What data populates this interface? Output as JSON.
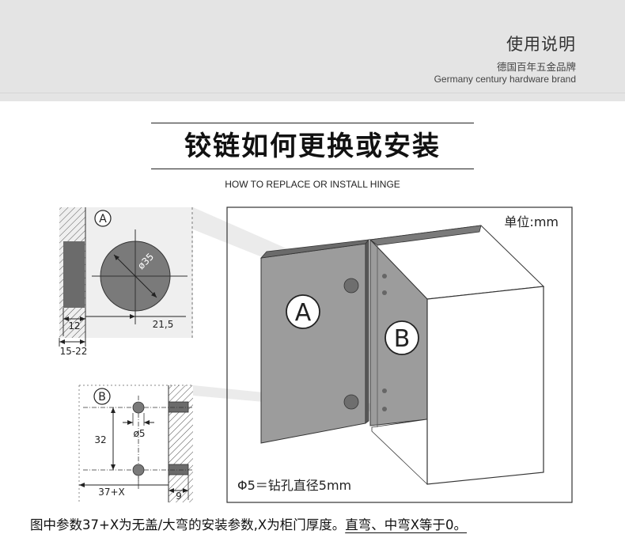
{
  "header": {
    "title": "使用说明",
    "subtitle_cn": "德国百年五金品牌",
    "subtitle_en": "Germany century hardware brand"
  },
  "main": {
    "title": "铰链如何更换或安装",
    "subtitle": "HOW TO REPLACE OR INSTALL HINGE"
  },
  "detail_a": {
    "marker": "A",
    "diameter_label": "ø35",
    "dim_12": "12",
    "dim_21_5": "21,5",
    "dim_15_22": "15-22"
  },
  "detail_b": {
    "marker": "B",
    "dim_32": "32",
    "dim_5": "ø5",
    "dim_37x": "37+X",
    "dim_9": "9"
  },
  "cabinet": {
    "unit_label": "单位:mm",
    "label_a": "A",
    "label_b": "B",
    "drill_note": "Φ5＝钻孔直径5mm"
  },
  "caption": {
    "main_text": "图中参数37+X为无盖/大弯的安装参数,X为柜门厚度。",
    "underlined_text": "直弯、中弯X等于0。"
  }
}
